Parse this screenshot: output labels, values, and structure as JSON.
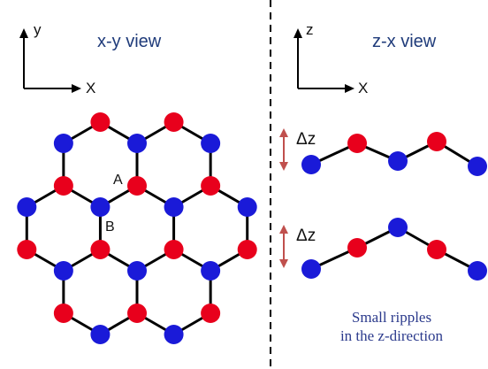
{
  "left_panel": {
    "title": "x-y view",
    "axis_vertical": "y",
    "axis_horizontal": "X",
    "label_a": "A",
    "label_b": "B"
  },
  "right_panel": {
    "title": "z-x view",
    "axis_vertical": "z",
    "axis_horizontal": "X",
    "ripple_height_label_1": "Δz",
    "ripple_height_label_2": "Δz",
    "caption_line1": "Small ripples",
    "caption_line2": "in the z-direction"
  },
  "colors": {
    "atom_sublattice_a": "#e8001c",
    "atom_sublattice_b": "#1a1ad8",
    "bond": "#000000",
    "title_text": "#1f3b7a",
    "caption_text": "#2b3a8c",
    "ripple_arrow": "#c0504d"
  }
}
